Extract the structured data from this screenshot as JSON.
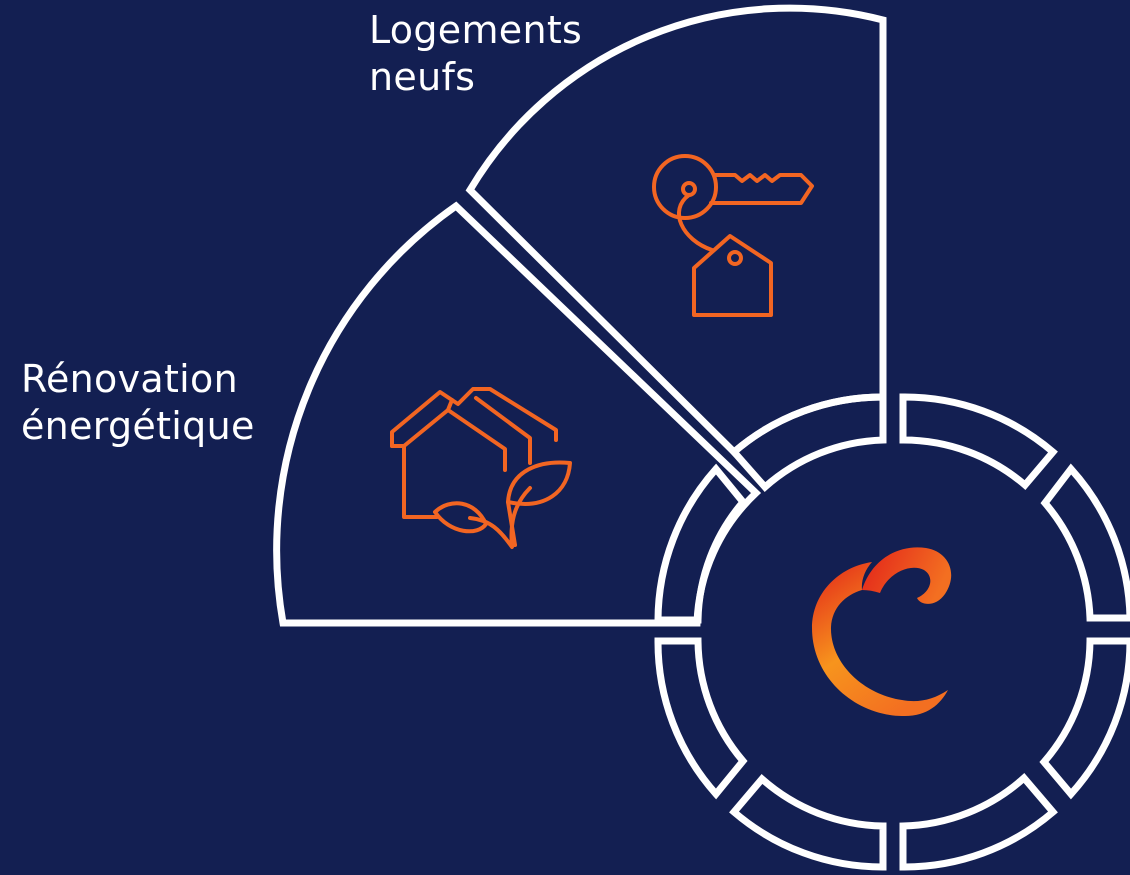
{
  "colors": {
    "background": "#131f52",
    "outline": "#ffffff",
    "icon": "#f26522",
    "logo_red": "#e2231a",
    "logo_orange": "#f7941d"
  },
  "segments": [
    {
      "id": "new-housing",
      "label_lines": [
        "Logements",
        "neufs"
      ],
      "icon": "key-with-tag-icon"
    },
    {
      "id": "energy-renovation",
      "label_lines": [
        "Rénovation",
        "énergétique"
      ],
      "icon": "houses-with-leaf-icon"
    }
  ],
  "center": {
    "icon": "brand-logo-icon"
  }
}
